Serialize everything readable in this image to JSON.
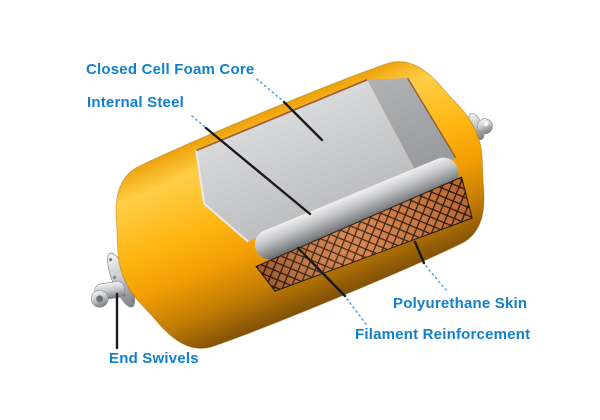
{
  "diagram": {
    "subject": "foam-filled fender cutaway",
    "labels": {
      "foam_core": "Closed Cell Foam Core",
      "internal_steel": "Internal Steel",
      "polyurethane_skin": "Polyurethane Skin",
      "filament_reinforcement": "Filament Reinforcement",
      "end_swivels": "End Swivels"
    },
    "colors": {
      "label_text": "#1280CD",
      "skin_yellow": "#FFB612",
      "foam_gray": "#C7C8CA",
      "steel_gray": "#9A9B9E",
      "reinforcement_orange": "#D7773B",
      "leader_line": "#1A1A1A",
      "leader_dotted": "#5FA8D8"
    }
  }
}
